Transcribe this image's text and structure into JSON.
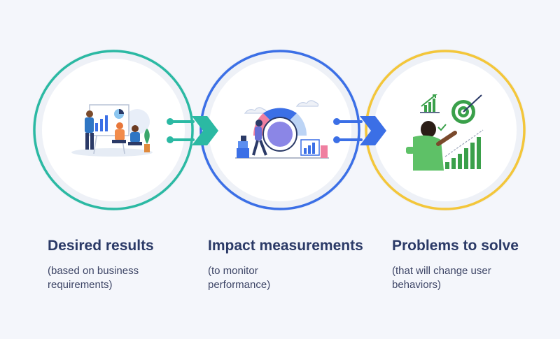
{
  "steps": [
    {
      "title": "Desired results",
      "subtitle_line1": "(based on business",
      "subtitle_line2": "requirements)",
      "ring_color": "#2bb9a3",
      "icon": "team-meeting-presentation-icon"
    },
    {
      "title": "Impact measurements",
      "subtitle_line1": "(to monitor",
      "subtitle_line2": "performance)",
      "ring_color": "#3b6fe6",
      "icon": "performance-gauge-icon"
    },
    {
      "title": "Problems to solve",
      "subtitle_line1": "(that will change user",
      "subtitle_line2": "behaviors)",
      "ring_color": "#f3c63a",
      "icon": "target-growth-icon"
    }
  ],
  "connectors": [
    {
      "color": "#2bb9a3",
      "icon": "arrow-right-icon"
    },
    {
      "color": "#3b6fe6",
      "icon": "arrow-right-icon"
    }
  ]
}
